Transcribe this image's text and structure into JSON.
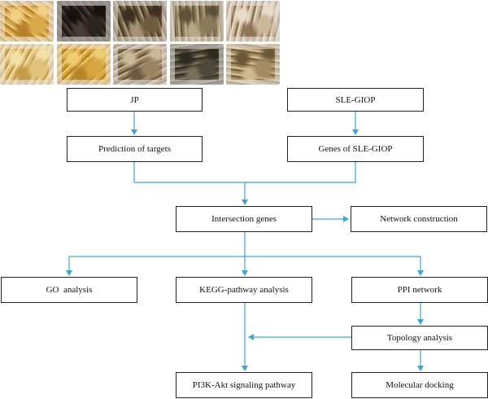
{
  "herbs": [
    {
      "name": "herb-slices-yellow",
      "colors": [
        "#d9a94a",
        "#b77f2a",
        "#f0cf86"
      ]
    },
    {
      "name": "herb-dark-pieces",
      "colors": [
        "#2b2420",
        "#4a3b33",
        "#15110f"
      ]
    },
    {
      "name": "herb-twigs-mixed",
      "colors": [
        "#6e5a3c",
        "#a39273",
        "#3d3022"
      ]
    },
    {
      "name": "herb-fine-shreds",
      "colors": [
        "#8a7a5a",
        "#b8a984",
        "#5e5138"
      ]
    },
    {
      "name": "herb-pale-slices",
      "colors": [
        "#c8b79b",
        "#8f7355",
        "#e7dccb"
      ]
    },
    {
      "name": "herb-round-slices",
      "colors": [
        "#e0c27a",
        "#c59a48",
        "#f3e1a8"
      ]
    },
    {
      "name": "herb-golden-seeds",
      "colors": [
        "#d6a640",
        "#b88428",
        "#efcd72"
      ]
    },
    {
      "name": "herb-thin-roots",
      "colors": [
        "#9a8360",
        "#6c5a40",
        "#cbb898"
      ]
    },
    {
      "name": "herb-dark-shreds",
      "colors": [
        "#4f4738",
        "#7a6f58",
        "#2f2a20"
      ]
    },
    {
      "name": "herb-chunky-pieces",
      "colors": [
        "#a58c62",
        "#cfb98f",
        "#6b5739"
      ]
    }
  ],
  "nodes": {
    "jp": "JP",
    "sle_giop": "SLE-GIOP",
    "prediction": "Prediction of targets",
    "genes": "Genes of SLE-GIOP",
    "intersection": "Intersection genes",
    "network": "Network construction",
    "go": "GO  analysis",
    "kegg": "KEGG-pathway analysis",
    "ppi": "PPI network",
    "topology": "Topology analysis",
    "pi3k": "PI3K-Akt signaling pathway",
    "docking": "Molecular docking"
  },
  "colors": {
    "arrow": "#3aa6d6",
    "border": "#222222"
  }
}
